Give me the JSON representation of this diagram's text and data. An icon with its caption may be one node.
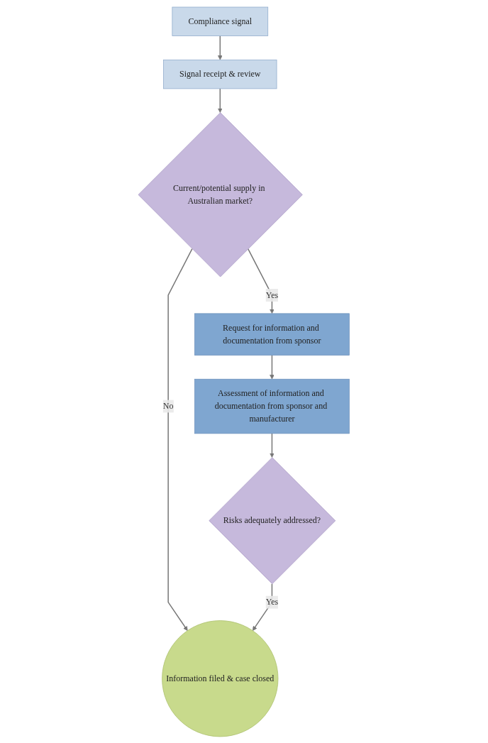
{
  "diagram": {
    "nodes": [
      {
        "text": [
          "Compliance signal"
        ]
      },
      {
        "text": [
          "Signal receipt & review"
        ]
      },
      {
        "text": [
          "Current/potential supply in Australian market?"
        ]
      },
      {
        "text": [
          "Request for information and documentation from sponsor"
        ]
      },
      {
        "text": [
          "Assessment of information and documentation from sponsor and manufacturer"
        ]
      },
      {
        "text": [
          "Risks adequately addressed?"
        ]
      },
      {
        "text": [
          "Information filed & case closed"
        ]
      }
    ],
    "edges": [
      {
        "from": 0,
        "to": 1,
        "arrow": "to"
      },
      {
        "from": 1,
        "to": 2,
        "arrow": "to"
      },
      {
        "from": 2,
        "to": 6,
        "arrow": "to",
        "label": "No"
      },
      {
        "from": 2,
        "to": 3,
        "arrow": "to",
        "label": "Yes"
      },
      {
        "from": 3,
        "to": 4,
        "arrow": "to"
      },
      {
        "from": 4,
        "to": 5,
        "arrow": "to"
      },
      {
        "from": 5,
        "to": 6,
        "arrow": "to",
        "label": "Yes"
      }
    ]
  }
}
